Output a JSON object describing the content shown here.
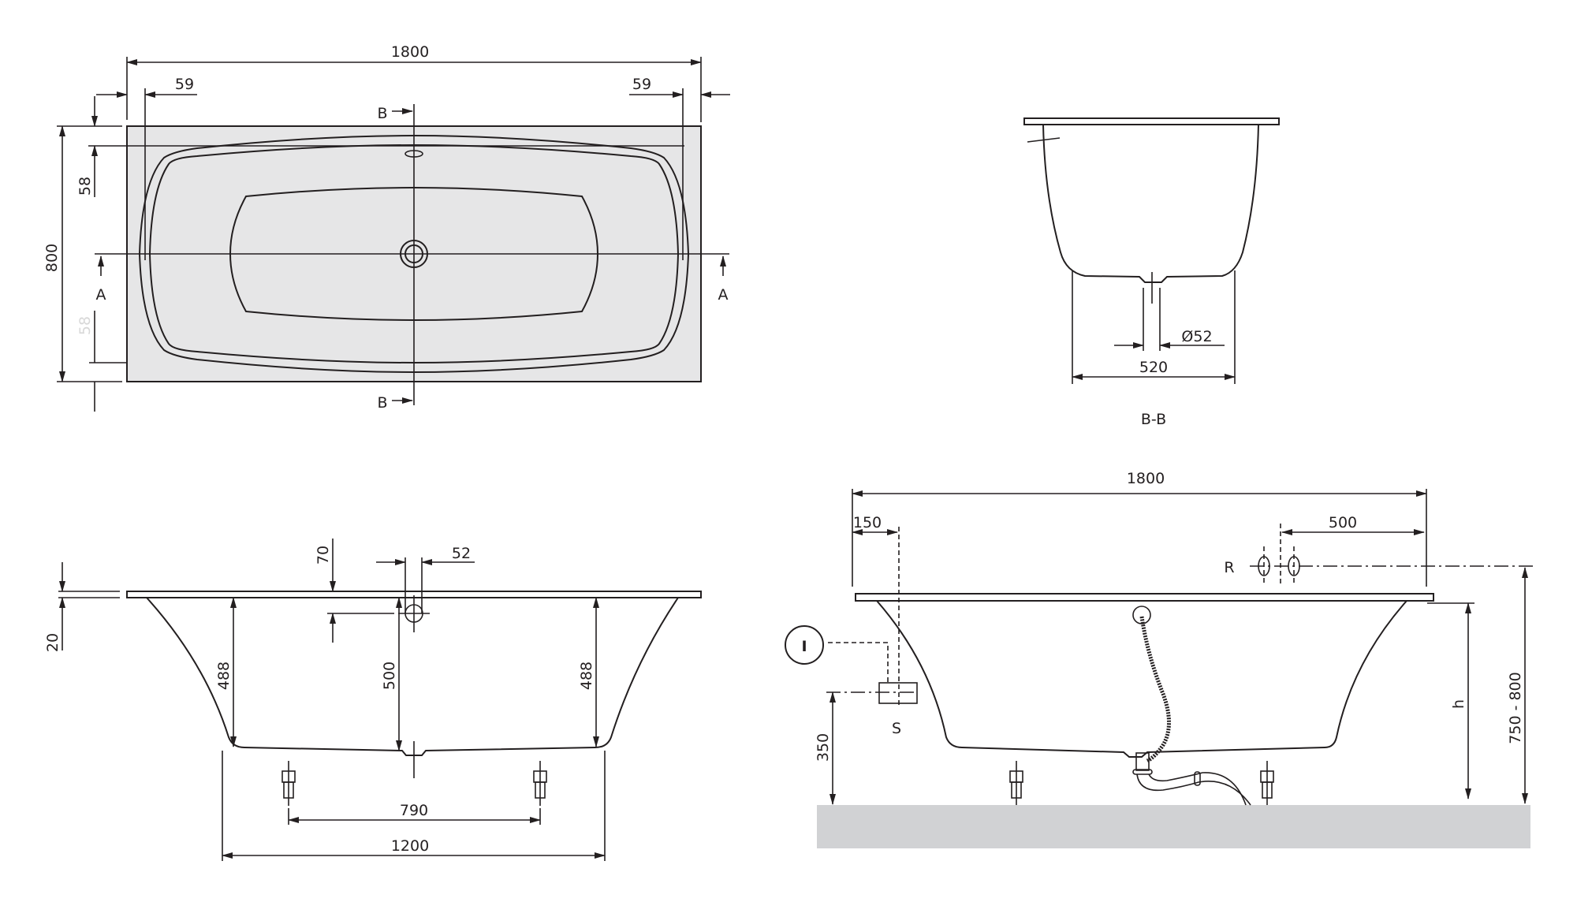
{
  "drawing": {
    "subject": "Double-ended bathtub 1800 x 800 technical drawing",
    "colors": {
      "line": "#231f20",
      "plan_fill": "#e6e6e7",
      "floor_fill": "#d1d2d4",
      "faded_text": "#d8d8d8"
    }
  },
  "plan_view": {
    "overall_length": "1800",
    "overall_width": "800",
    "left_offset": "59",
    "right_offset": "59",
    "top_offset": "58",
    "bottom_offset_faded": "58",
    "section_a_marker_left": "A",
    "section_a_marker_right": "A",
    "section_b_marker_top": "B",
    "section_b_marker_bottom": "B"
  },
  "section_b": {
    "label": "B-B",
    "bottom_width": "520",
    "drain_diameter": "Ø52"
  },
  "section_a": {
    "rim_thickness": "20",
    "overflow_depth": "70",
    "overflow_diameter": "52",
    "depth_left": "488",
    "depth_center": "500",
    "depth_right": "488",
    "feet_spacing": "790",
    "bottom_length": "1200"
  },
  "installation_view": {
    "overall_length": "1800",
    "supply_offset": "150",
    "tap_offset": "500",
    "tap_label": "R",
    "supply_label": "S",
    "supply_height": "350",
    "height_label": "h",
    "rim_height_range": "750 - 800",
    "callout_symbol": "I"
  }
}
